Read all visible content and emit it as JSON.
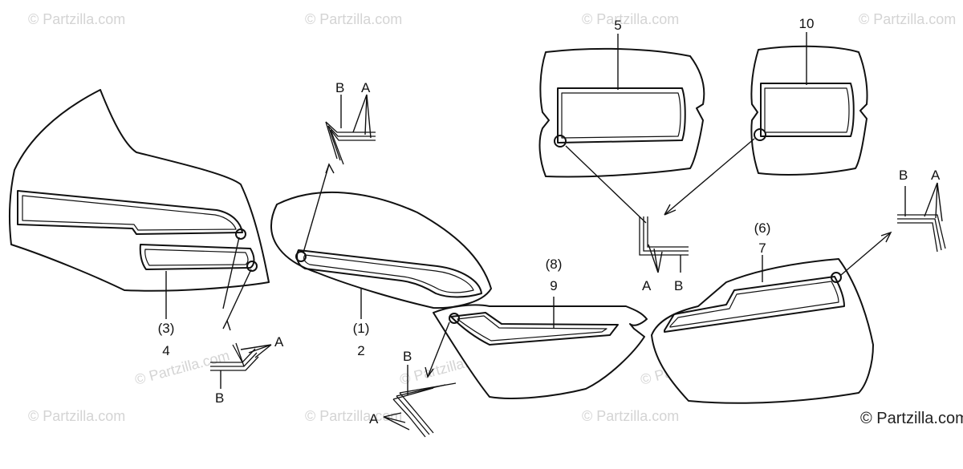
{
  "watermark": "© Partzilla.com",
  "copyright": "© Partzilla.com",
  "callouts": {
    "ref_3": "(3)",
    "part_4": "4",
    "ref_1": "(1)",
    "part_2": "2",
    "ref_8": "(8)",
    "part_9": "9",
    "part_5": "5",
    "part_10": "10",
    "ref_6": "(6)",
    "part_7": "7"
  },
  "detail_labels": {
    "a": "A",
    "b": "B"
  }
}
